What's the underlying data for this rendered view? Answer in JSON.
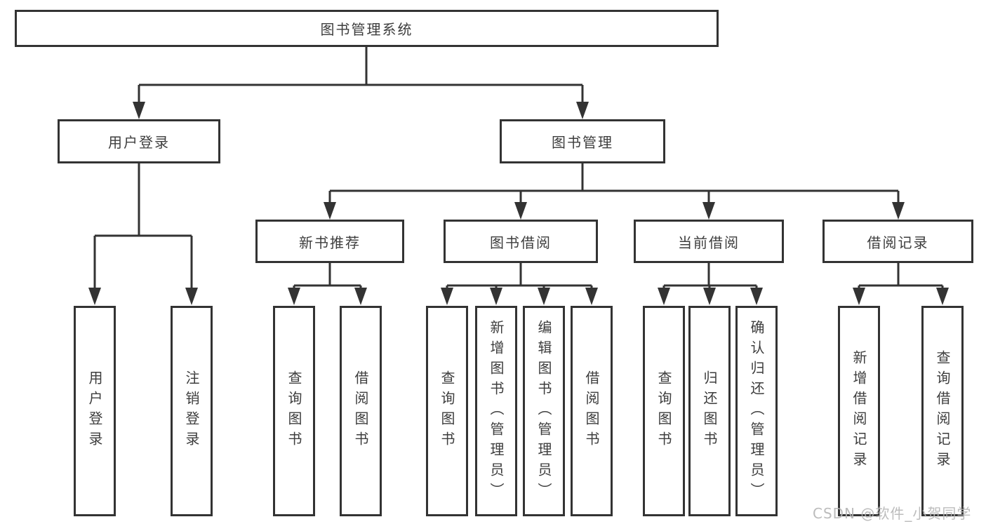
{
  "diagram_title": "图书管理系统",
  "tree": {
    "root": {
      "label": "图书管理系统"
    },
    "branches": [
      {
        "label": "用户登录",
        "children": [
          {
            "label": "用户登录"
          },
          {
            "label": "注销登录"
          }
        ]
      },
      {
        "label": "图书管理",
        "children": [
          {
            "label": "新书推荐",
            "children": [
              {
                "label": "查询图书"
              },
              {
                "label": "借阅图书"
              }
            ]
          },
          {
            "label": "图书借阅",
            "children": [
              {
                "label": "查询图书"
              },
              {
                "label": "新增图书（管理员）"
              },
              {
                "label": "编辑图书（管理员）"
              },
              {
                "label": "借阅图书"
              }
            ]
          },
          {
            "label": "当前借阅",
            "children": [
              {
                "label": "查询图书"
              },
              {
                "label": "归还图书"
              },
              {
                "label": "确认归还（管理员）"
              }
            ]
          },
          {
            "label": "借阅记录",
            "children": [
              {
                "label": "新增借阅记录"
              },
              {
                "label": "查询借阅记录"
              }
            ]
          }
        ]
      }
    ]
  },
  "watermark": {
    "text": "CSDN @软件_小贺同学"
  },
  "colors": {
    "line": "#333333",
    "text": "#3d3d3d",
    "background": "#ffffff",
    "watermark": "#b5b5b5"
  }
}
